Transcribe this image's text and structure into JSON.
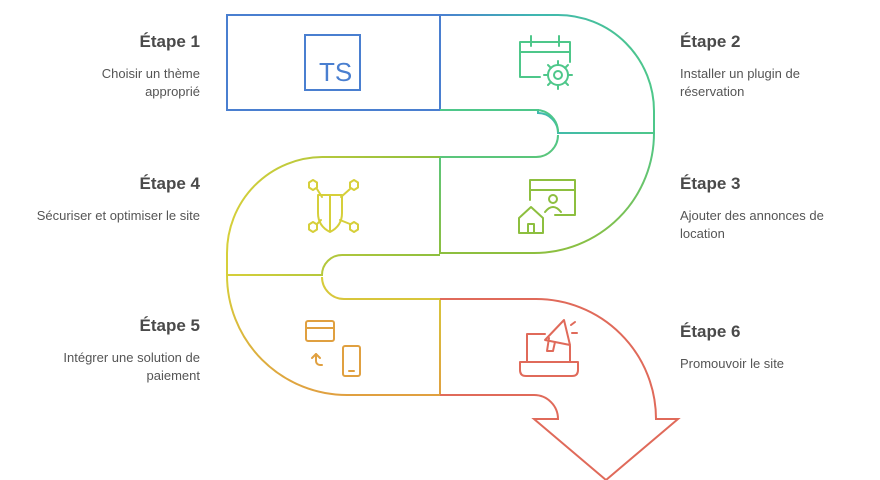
{
  "steps": [
    {
      "id": "1",
      "title": "Étape 1",
      "description": "Choisir un thème approprié",
      "icon": "typescript-icon",
      "color": "#4a7fd0"
    },
    {
      "id": "2",
      "title": "Étape 2",
      "description": "Installer un plugin de réservation",
      "icon": "calendar-gear-icon",
      "color": "#4ec78a"
    },
    {
      "id": "3",
      "title": "Étape 3",
      "description": "Ajouter des annonces de location",
      "icon": "house-listing-icon",
      "color": "#8dbf3f"
    },
    {
      "id": "4",
      "title": "Étape 4",
      "description": "Sécuriser et optimiser le site",
      "icon": "shield-network-icon",
      "color": "#d6cf3a"
    },
    {
      "id": "5",
      "title": "Étape 5",
      "description": "Intégrer une solution de paiement",
      "icon": "payment-transfer-icon",
      "color": "#e0a040"
    },
    {
      "id": "6",
      "title": "Étape 6",
      "description": "Promouvoir le site",
      "icon": "laptop-megaphone-icon",
      "color": "#e06a5a"
    }
  ],
  "ts_icon_text": "TS"
}
